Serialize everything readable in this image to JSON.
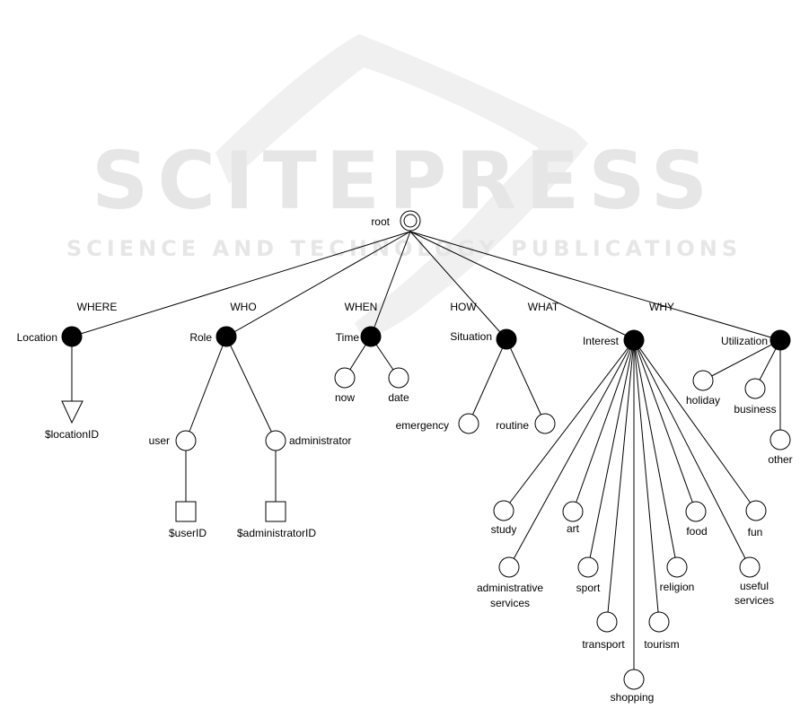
{
  "watermark": {
    "title": "SCITEPRESS",
    "subtitle": "SCIENCE AND TECHNOLOGY PUBLICATIONS"
  },
  "root": {
    "label": "root"
  },
  "dimensions": [
    {
      "edge": "WHERE",
      "node": "Location"
    },
    {
      "edge": "WHO",
      "node": "Role"
    },
    {
      "edge": "WHEN",
      "node": "Time"
    },
    {
      "edge": "HOW",
      "node": "Situation"
    },
    {
      "edge": "WHAT",
      "node": "Interest"
    },
    {
      "edge": "WHY",
      "node": "Utilization"
    }
  ],
  "location": {
    "param": "$locationID"
  },
  "role": {
    "user": "user",
    "admin": "administrator",
    "user_param": "$userID",
    "admin_param": "$administratorID"
  },
  "time": {
    "now": "now",
    "date": "date"
  },
  "situation": {
    "emergency": "emergency",
    "routine": "routine"
  },
  "interest": {
    "study": "study",
    "administrative": [
      "administrative",
      "services"
    ],
    "transport": "transport",
    "art": "art",
    "sport": "sport",
    "shopping": "shopping",
    "tourism": "tourism",
    "religion": "religion",
    "food": "food",
    "fun": "fun",
    "useful": [
      "useful",
      "services"
    ]
  },
  "utilization": {
    "holiday": "holiday",
    "business": "business",
    "other": "other"
  }
}
